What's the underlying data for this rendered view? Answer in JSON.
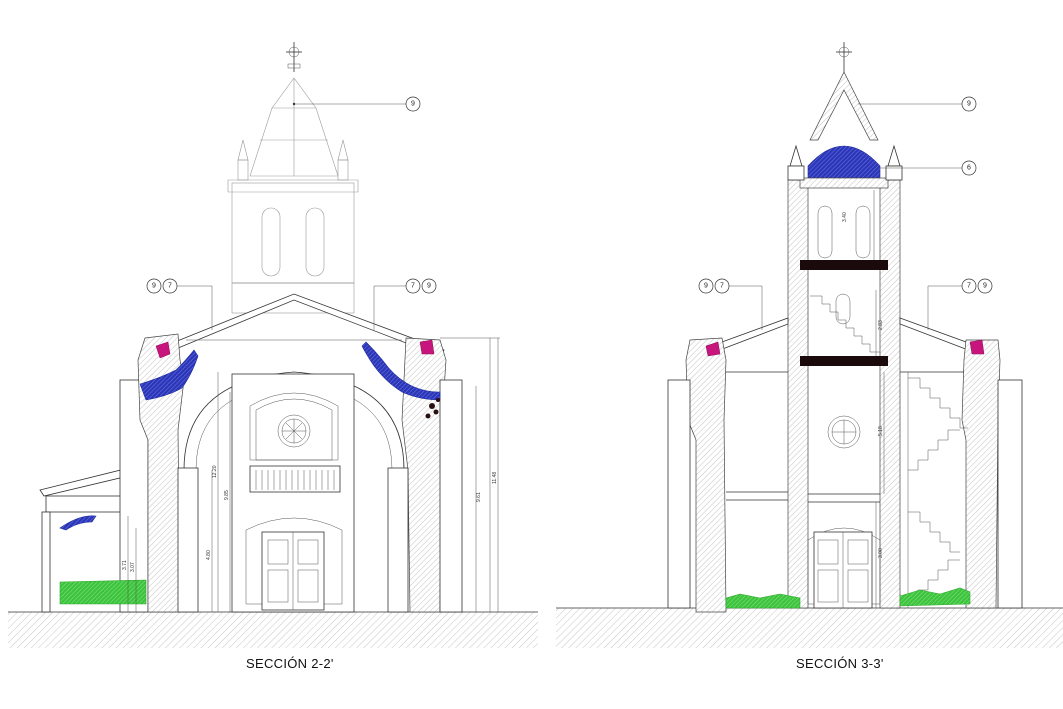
{
  "captions": {
    "left": "SECCIÓN 2-2'",
    "right": "SECCIÓN 3-3'"
  },
  "callouts": {
    "left_top": "9",
    "left_side_left": [
      "9",
      "7"
    ],
    "left_side_right": [
      "7",
      "9"
    ],
    "right_top": "9",
    "right_dome": "6",
    "right_side_left": [
      "9",
      "7"
    ],
    "right_side_right": [
      "7",
      "9"
    ]
  },
  "dimensions": {
    "left": [
      "12.20",
      "9.85",
      "4.80",
      "3.71",
      "3.07",
      "9.61",
      "11.48"
    ],
    "right": [
      "3.40",
      "2.83",
      "5.18",
      "3.00"
    ]
  },
  "colors": {
    "line": "#333333",
    "hatch_blue": "#1f2a9a",
    "hatch_green": "#2da82d",
    "magenta": "#c8157d",
    "dark_stain": "#2a0f10"
  }
}
